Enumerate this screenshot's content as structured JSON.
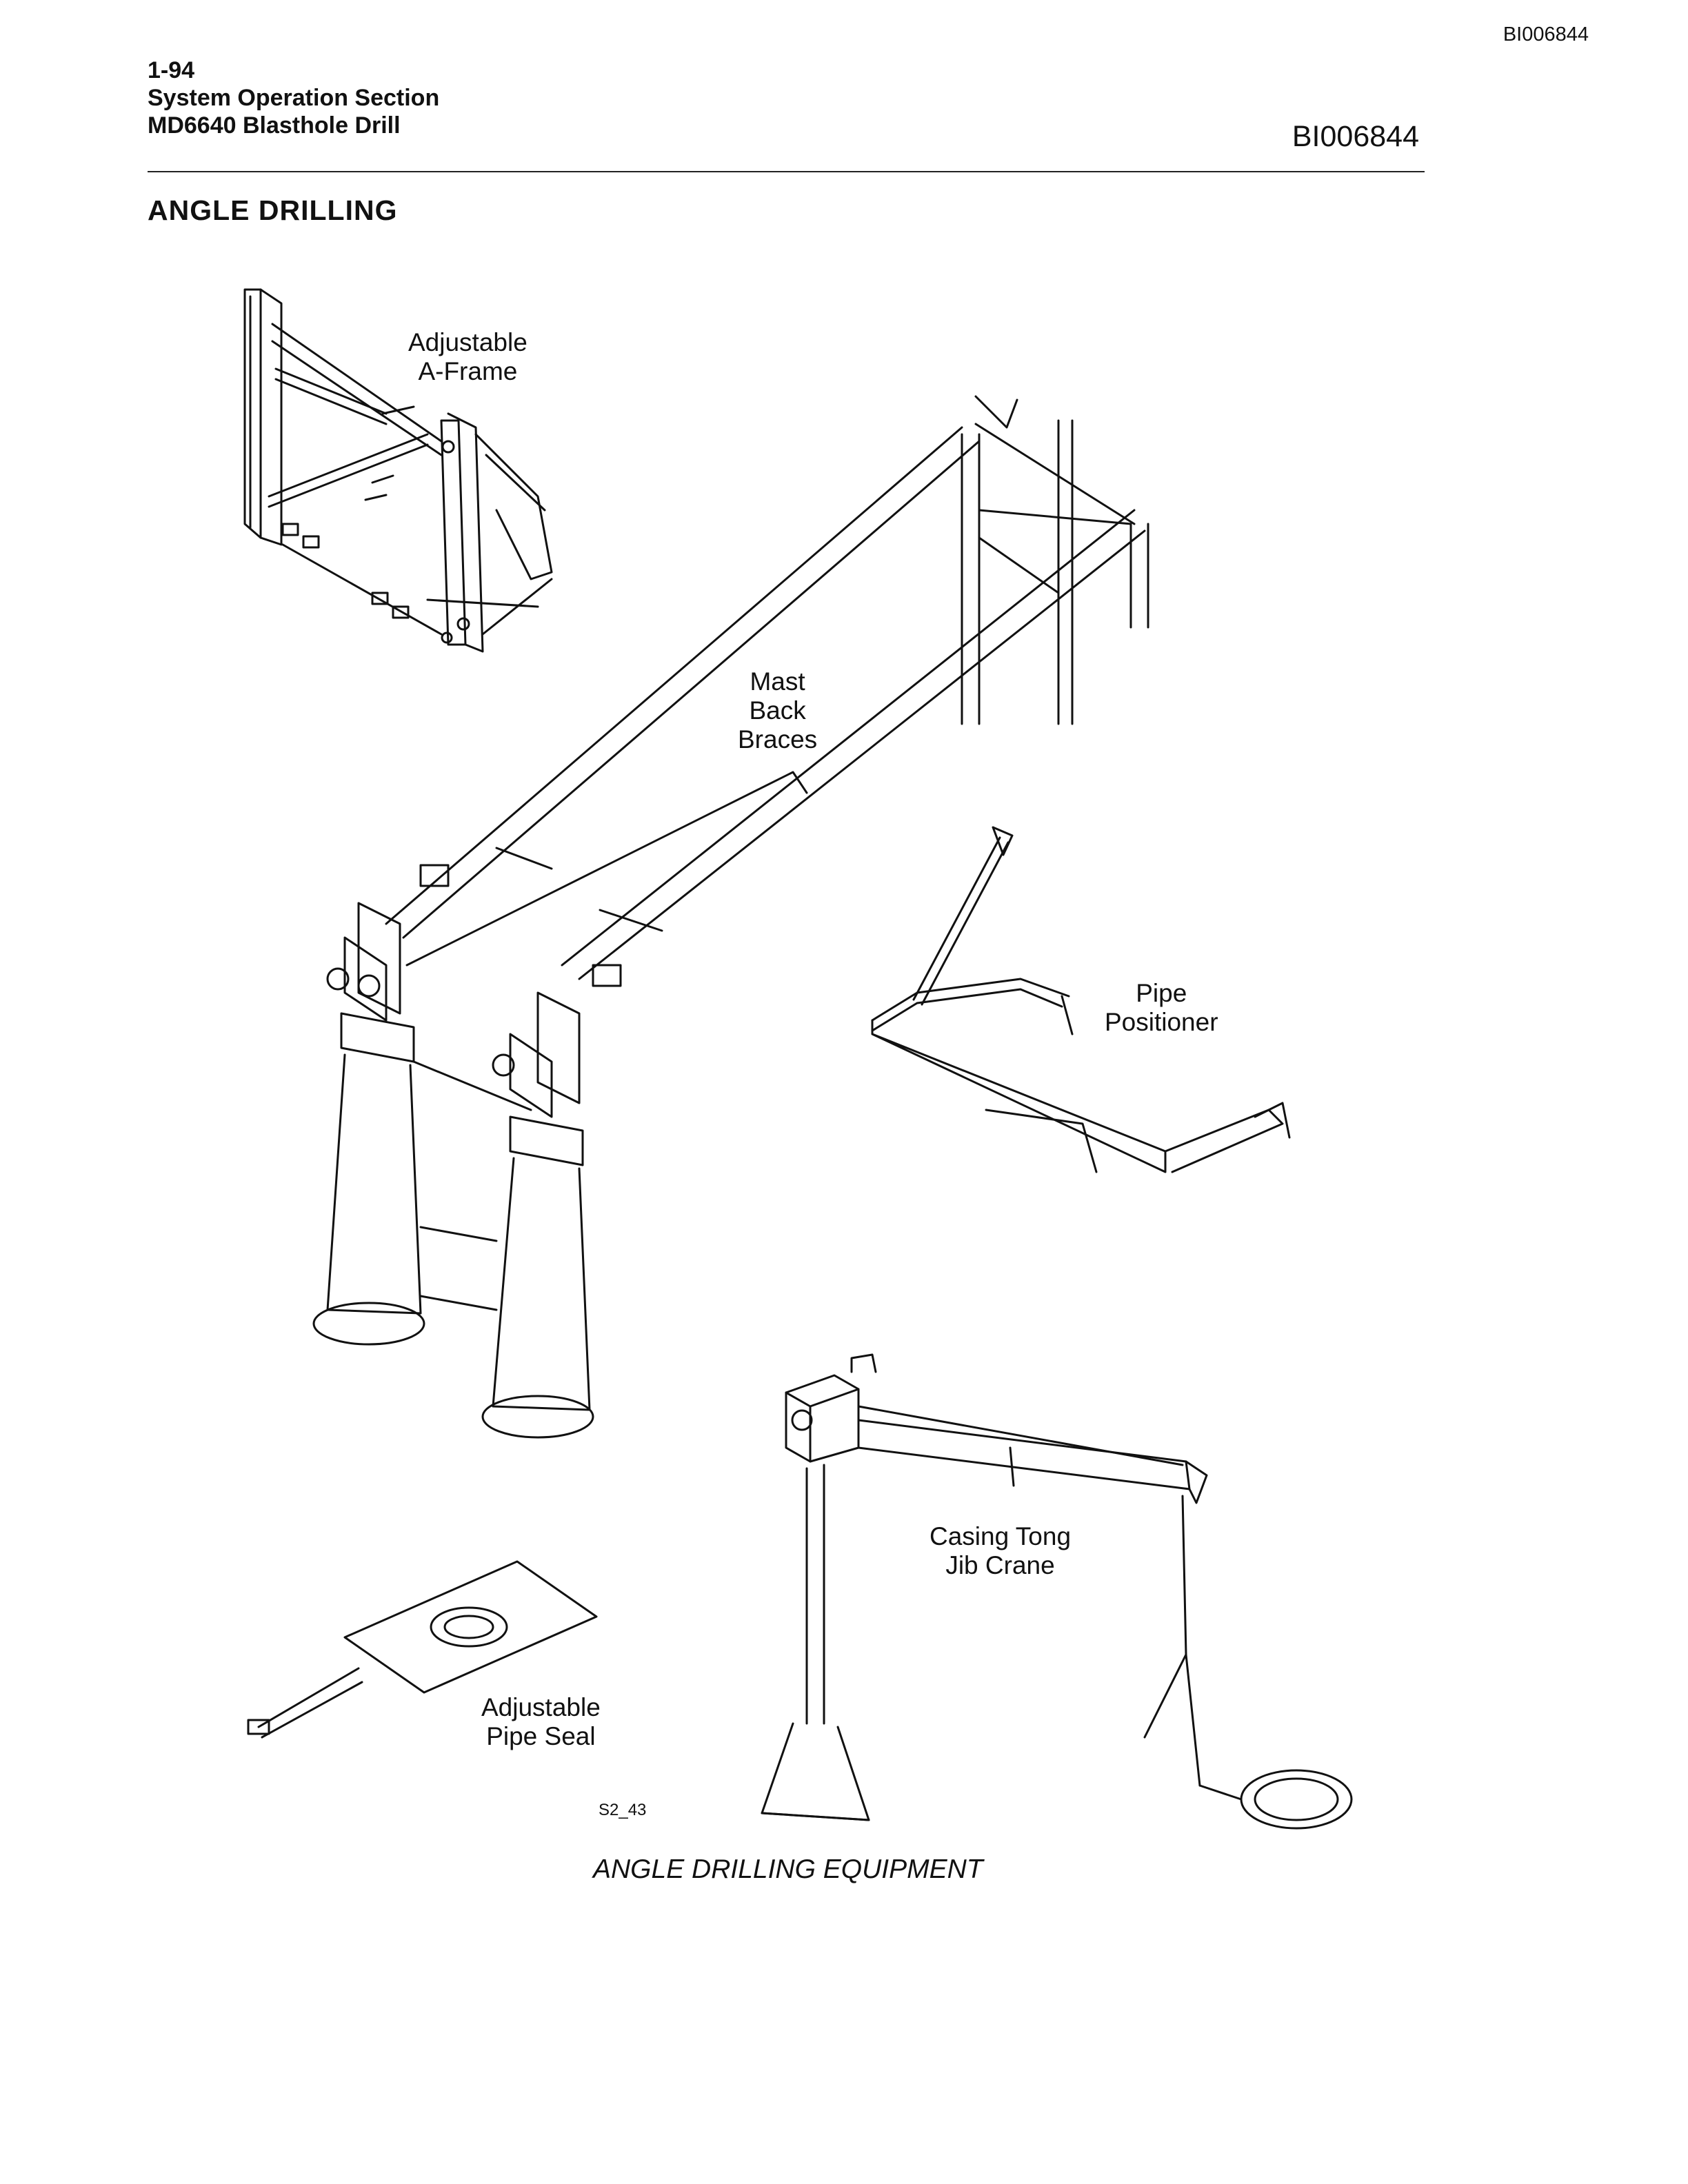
{
  "doc_id_top": "BI006844",
  "header": {
    "page_number": "1-94",
    "section": "System Operation Section",
    "manual": "MD6640 Blasthole Drill"
  },
  "doc_id_right": "BI006844",
  "section_title": "ANGLE DRILLING",
  "figure": {
    "labels": {
      "a_frame": "Adjustable\nA-Frame",
      "mast_back_braces": "Mast\nBack\nBraces",
      "pipe_positioner": "Pipe\nPositioner",
      "jib_crane": "Casing Tong\nJib Crane",
      "pipe_seal": "Adjustable\nPipe Seal"
    },
    "code": "S2_43",
    "caption": "ANGLE DRILLING EQUIPMENT"
  }
}
